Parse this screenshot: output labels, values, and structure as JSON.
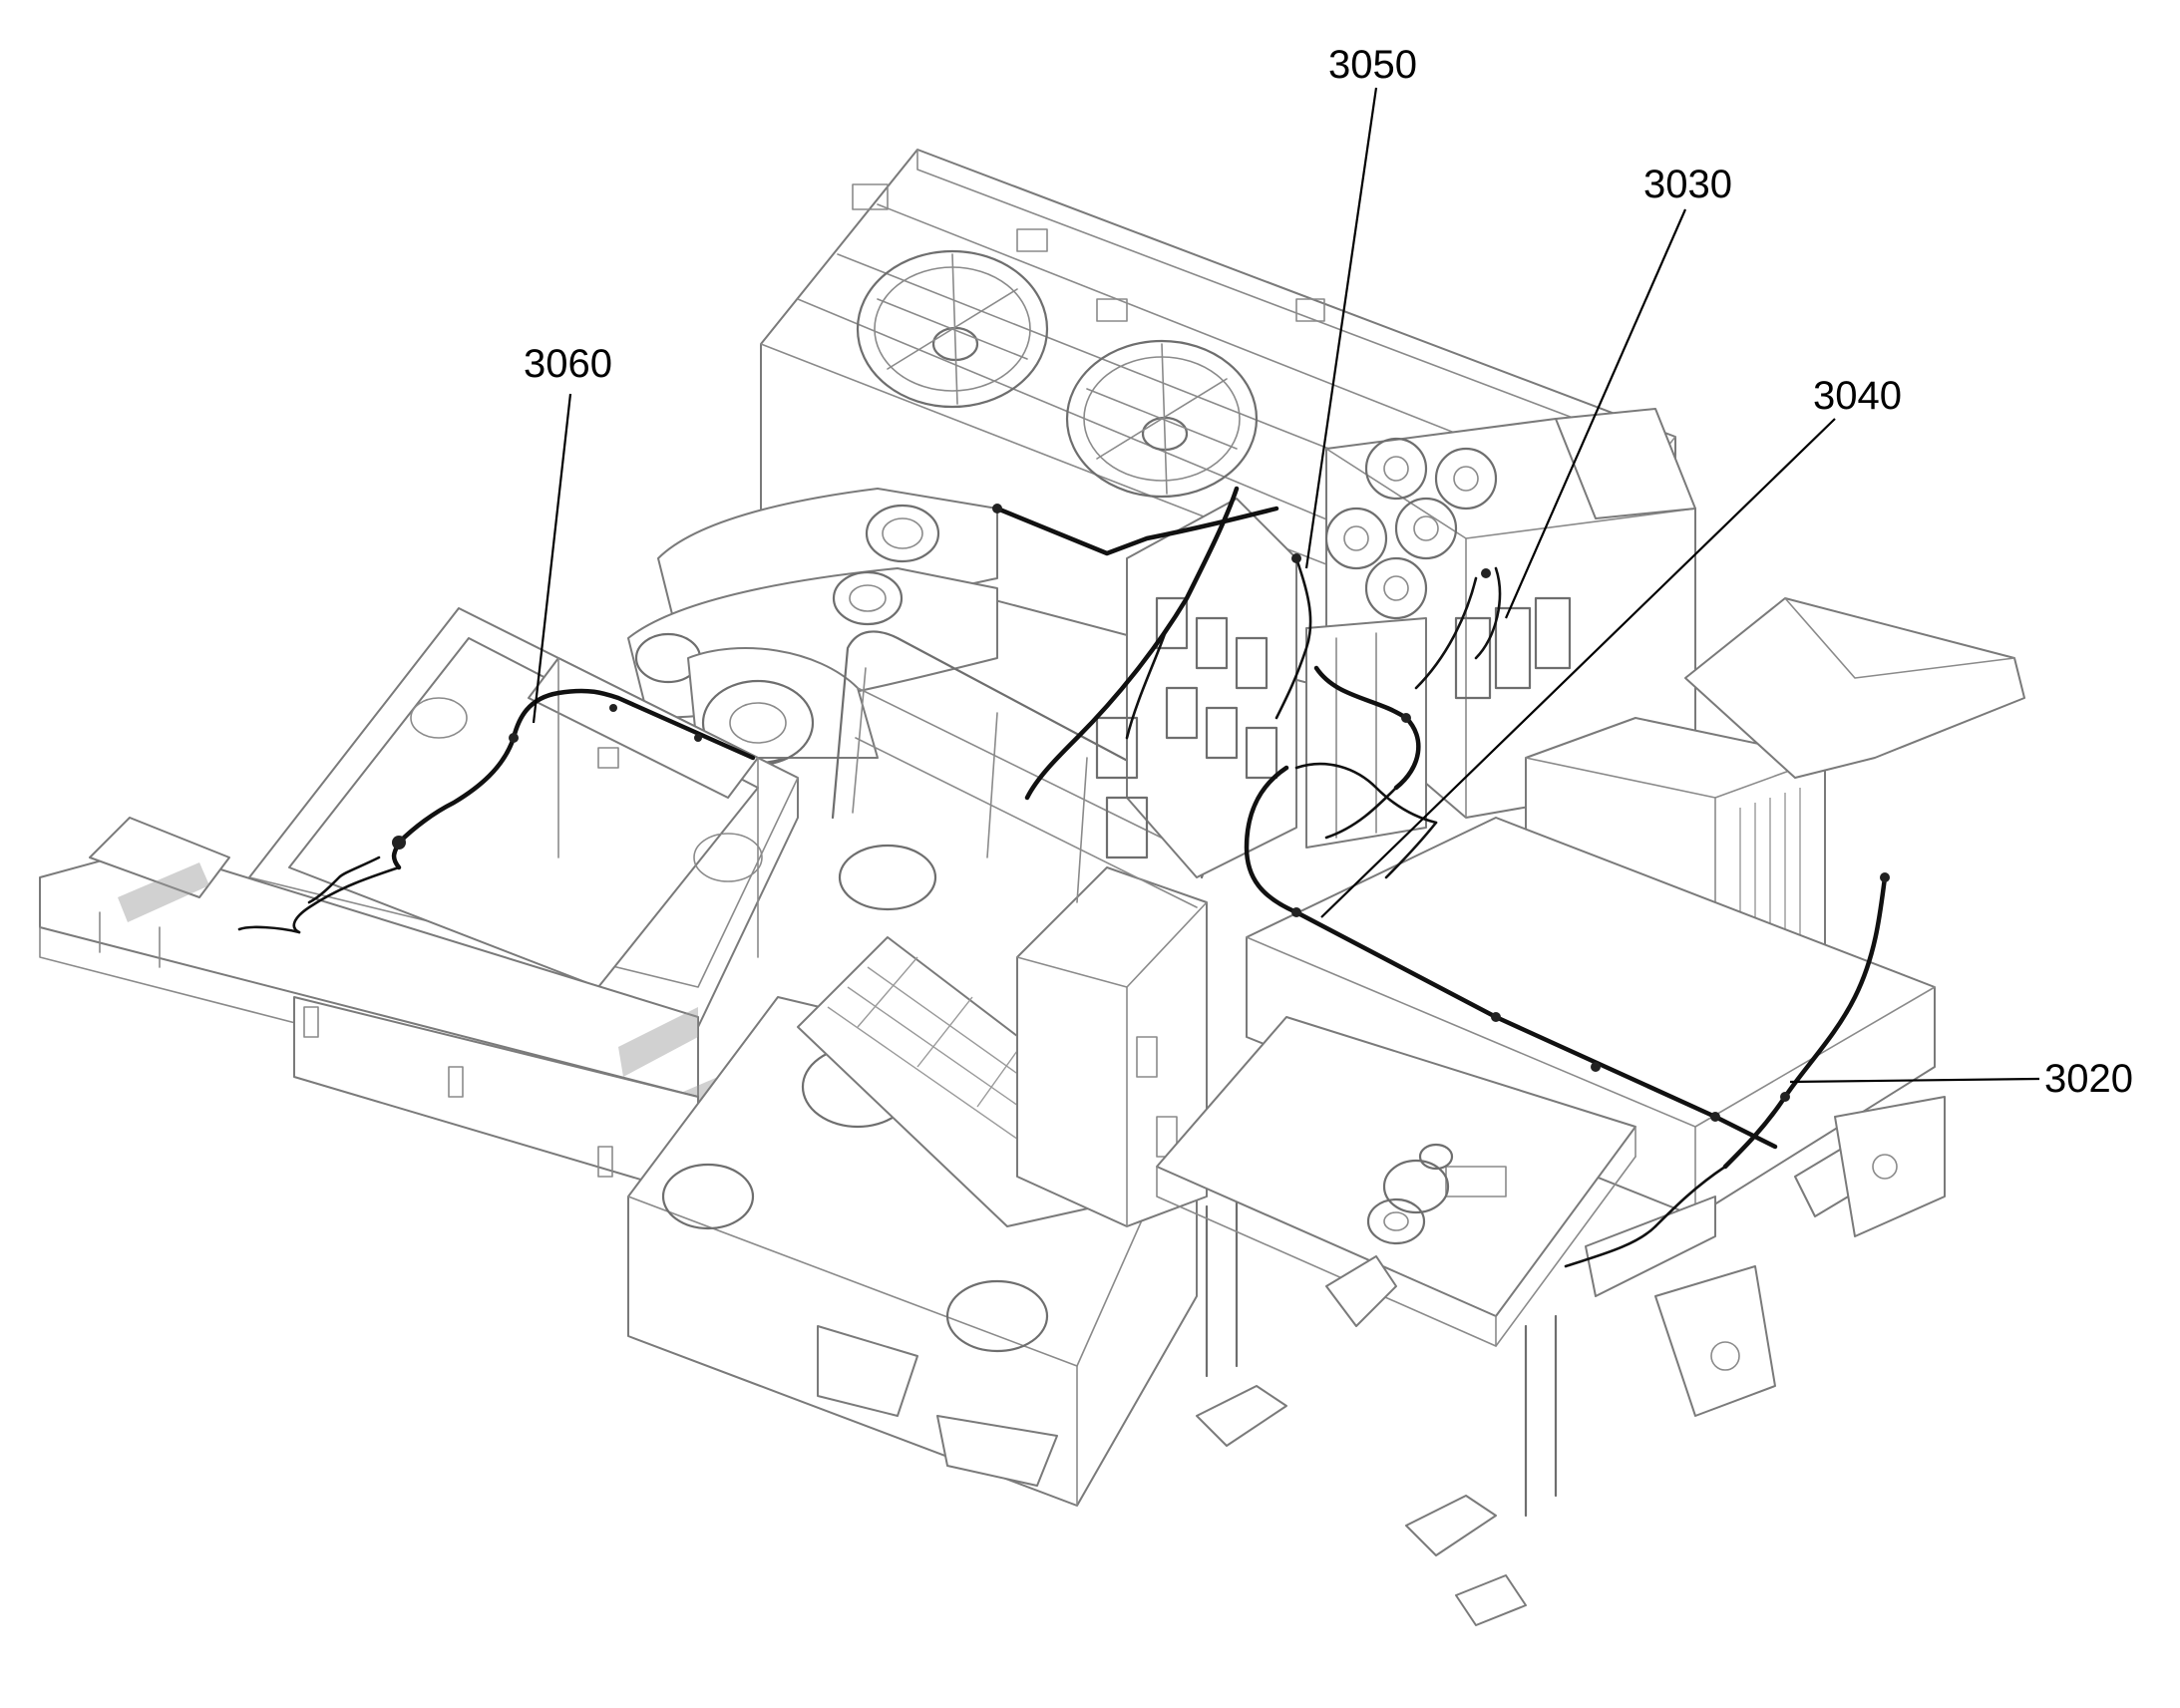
{
  "figure": {
    "callouts": [
      {
        "id": "3050",
        "label": "3050"
      },
      {
        "id": "3030",
        "label": "3030"
      },
      {
        "id": "3060",
        "label": "3060"
      },
      {
        "id": "3040",
        "label": "3040"
      },
      {
        "id": "3020",
        "label": "3020"
      }
    ]
  },
  "colors": {
    "line_art": "#8a8a8a",
    "wiring": "#111111",
    "background": "#ffffff"
  }
}
